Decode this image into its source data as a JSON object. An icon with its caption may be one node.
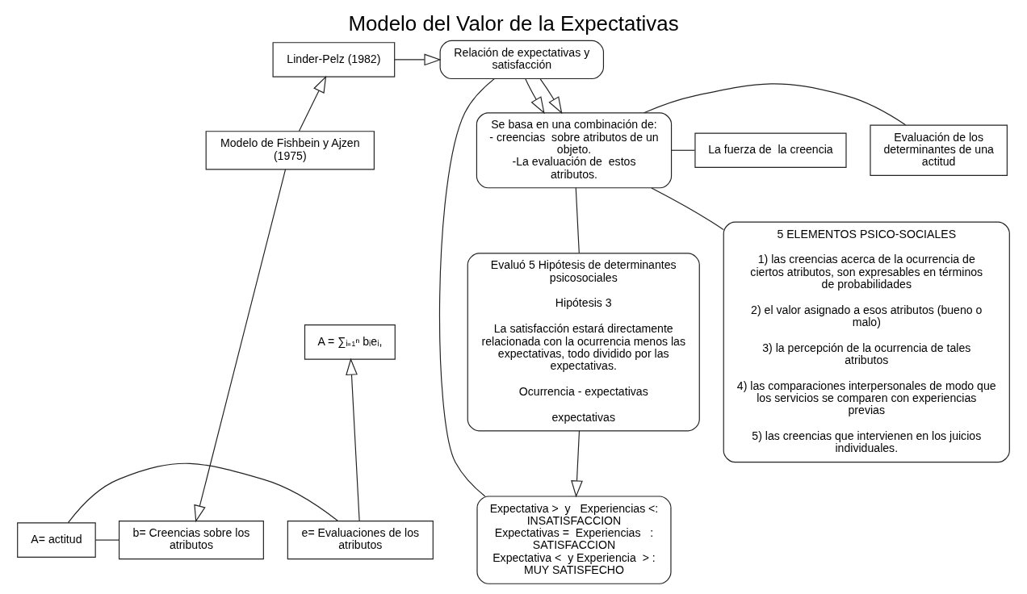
{
  "diagram": {
    "title": "Modelo del Valor de la Expectativas",
    "nodes": [
      {
        "text": [
          "Linder-Pelz (1982)"
        ]
      },
      {
        "text": [
          "Relación de expectativas y satisfacción"
        ]
      },
      {
        "text": [
          "Modelo de Fishbein y Ajzen (1975)"
        ]
      },
      {
        "text": [
          "Se basa en una combinación de:",
          "- creencias  sobre atributos de un objeto.",
          "-La evaluación de  estos atributos."
        ]
      },
      {
        "text": [
          "La fuerza de  la creencia"
        ]
      },
      {
        "text": [
          "Evaluación de los determinantes de una actitud"
        ]
      },
      {
        "text": [
          "Expectativa >  y   Experiencias <: INSATISFACCION",
          "Expectativas =  Experiencias   : SATISFACCION",
          "Expectativa <  y Experiencia  > : MUY SATISFECHO"
        ]
      },
      {
        "text": [
          "A= actitud"
        ]
      },
      {
        "text": [
          "b= Creencias sobre los atributos"
        ]
      },
      {
        "text": [
          "e= Evaluaciones de los atributos"
        ]
      },
      {
        "text": [
          "A = ∑ᵢ₌₁ⁿ bᵢeᵢ,"
        ]
      },
      {
        "text": [
          "5 ELEMENTOS PSICO-SOCIALES",
          "1) las creencias acerca de la ocurrencia de ciertos atributos, son expresables en términos de probabilidades",
          "2) el valor asignado a esos atributos (bueno o malo)",
          "3) la percepción de la ocurrencia de tales atributos",
          "4) las comparaciones interpersonales de modo que los servicios se comparen con experiencias previas",
          "5) las creencias que intervienen en los juicios individuales."
        ]
      },
      {
        "text": [
          "Evaluó 5 Hipótesis de determinantes psicosociales",
          "Hipótesis 3",
          "La satisfacción estará directamente relacionada con la ocurrencia menos las expectativas, todo dividido por las expectativas.",
          "Ocurrencia - expectativas",
          "expectativas"
        ]
      }
    ],
    "edges": [
      {
        "from": 2,
        "to": 0,
        "arrow": "to"
      },
      {
        "from": 0,
        "to": 1,
        "arrow": "to"
      },
      {
        "from": 1,
        "to": 3,
        "arrow": "to"
      },
      {
        "from": 1,
        "to": 3,
        "arrow": "to"
      },
      {
        "from": 1,
        "to": 6,
        "arrow": "none"
      },
      {
        "from": 3,
        "to": 4,
        "arrow": "none"
      },
      {
        "from": 3,
        "to": 5,
        "arrow": "none"
      },
      {
        "from": 2,
        "to": 8,
        "arrow": "to"
      },
      {
        "from": 7,
        "to": 8,
        "arrow": "none"
      },
      {
        "from": 7,
        "to": 9,
        "arrow": "none"
      },
      {
        "from": 9,
        "to": 10,
        "arrow": "to"
      },
      {
        "from": 3,
        "to": 11,
        "arrow": "none"
      },
      {
        "from": 3,
        "to": 12,
        "arrow": "none"
      },
      {
        "from": 12,
        "to": 6,
        "arrow": "to"
      }
    ]
  }
}
